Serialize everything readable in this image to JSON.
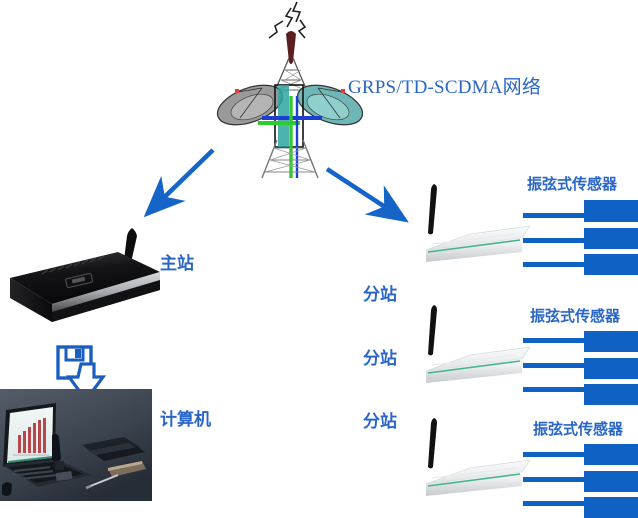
{
  "diagram": {
    "title_text": "GRPS/TD-SCDMA网络",
    "accent_color": "#2a66c8",
    "sensor_color": "#0f62c4",
    "arrow_color": "#1565c8"
  },
  "tower": {
    "name_label": "GRPS/TD-SCDMA网络",
    "icon": "cell-tower-icon"
  },
  "master": {
    "label": "主站",
    "device_icon": "black-router-icon"
  },
  "computer": {
    "label": "计算机",
    "save_icon": "floppy-save-icon",
    "device_icon": "laptop-photo"
  },
  "substations": [
    {
      "label": "分站",
      "sensor_label": "振弦式传感器",
      "sensor_count": 3
    },
    {
      "label": "分站",
      "sensor_label": "振弦式传感器",
      "sensor_count": 3
    },
    {
      "label": "分站",
      "sensor_label": "振弦式传感器",
      "sensor_count": 3
    }
  ],
  "arrows": [
    {
      "name": "arrow-to-master",
      "direction": "down-left"
    },
    {
      "name": "arrow-to-substations",
      "direction": "down-right"
    }
  ]
}
